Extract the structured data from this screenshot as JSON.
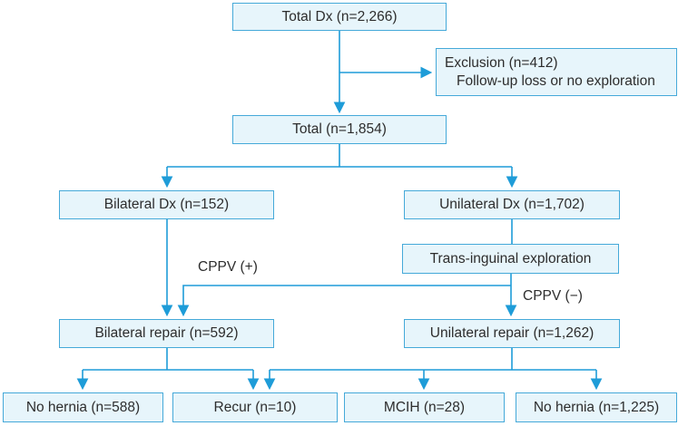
{
  "flowchart": {
    "type": "study-flow-diagram",
    "colors": {
      "box_fill": "#e7f5fb",
      "box_border": "#45a9d9",
      "connector_line": "#1e9cd8",
      "text": "#2d2d2d",
      "background": "#ffffff"
    },
    "nodes": {
      "total_dx": {
        "label": "Total Dx (n=2,266)"
      },
      "exclusion": {
        "line1": "Exclusion (n=412)",
        "line2": "Follow-up loss or no exploration"
      },
      "total": {
        "label": "Total (n=1,854)"
      },
      "bilateral_dx": {
        "label": "Bilateral Dx (n=152)"
      },
      "unilateral_dx": {
        "label": "Unilateral Dx (n=1,702)"
      },
      "trans_inguinal": {
        "label": "Trans-inguinal exploration"
      },
      "bilateral_repair": {
        "label": "Bilateral repair (n=592)"
      },
      "unilateral_repair": {
        "label": "Unilateral repair (n=1,262)"
      },
      "no_hernia_left": {
        "label": "No hernia (n=588)"
      },
      "recur": {
        "label": "Recur (n=10)"
      },
      "mcih": {
        "label": "MCIH (n=28)"
      },
      "no_hernia_right": {
        "label": "No hernia (n=1,225)"
      }
    },
    "edge_labels": {
      "cppv_positive": "CPPV (+)",
      "cppv_negative": "CPPV (−)"
    },
    "counts": {
      "total_dx": 2266,
      "exclusion": 412,
      "total": 1854,
      "bilateral_dx": 152,
      "unilateral_dx": 1702,
      "bilateral_repair": 592,
      "unilateral_repair": 1262,
      "no_hernia_after_bilateral": 588,
      "recur": 10,
      "mcih": 28,
      "no_hernia_after_unilateral": 1225
    }
  }
}
